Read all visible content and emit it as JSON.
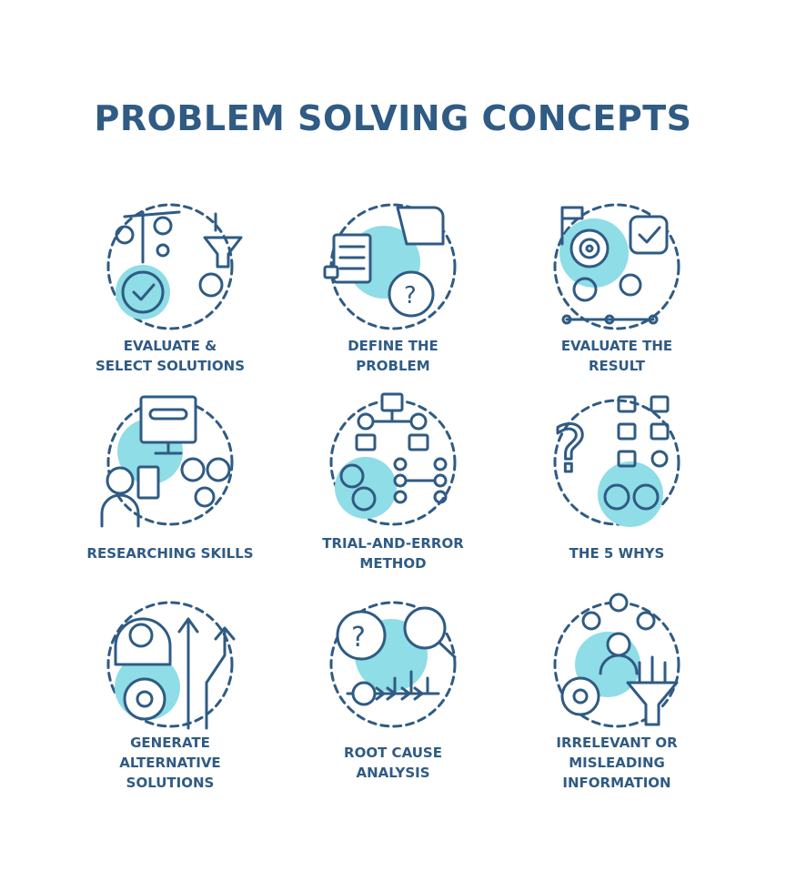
{
  "title": "PROBLEM SOLVING CONCEPTS",
  "colors": {
    "title": "#2f5b84",
    "stroke": "#2f5b84",
    "fill": "#8fdde6"
  },
  "concepts": [
    {
      "icon": "evaluate-select-icon",
      "lines": [
        "EVALUATE &",
        "SELECT SOLUTIONS"
      ]
    },
    {
      "icon": "define-problem-icon",
      "lines": [
        "DEFINE THE",
        "PROBLEM"
      ]
    },
    {
      "icon": "evaluate-result-icon",
      "lines": [
        "EVALUATE THE",
        "RESULT"
      ]
    },
    {
      "icon": "researching-skills-icon",
      "lines": [
        "RESEARCHING SKILLS"
      ]
    },
    {
      "icon": "trial-error-icon",
      "lines": [
        "TRIAL-AND-ERROR",
        "METHOD"
      ]
    },
    {
      "icon": "five-whys-icon",
      "lines": [
        "THE 5 WHYS"
      ]
    },
    {
      "icon": "generate-alternatives-icon",
      "lines": [
        "GENERATE",
        "ALTERNATIVE",
        "SOLUTIONS"
      ]
    },
    {
      "icon": "root-cause-icon",
      "lines": [
        "ROOT CAUSE",
        "ANALYSIS"
      ]
    },
    {
      "icon": "irrelevant-info-icon",
      "lines": [
        "IRRELEVANT OR",
        "MISLEADING",
        "INFORMATION"
      ]
    }
  ]
}
